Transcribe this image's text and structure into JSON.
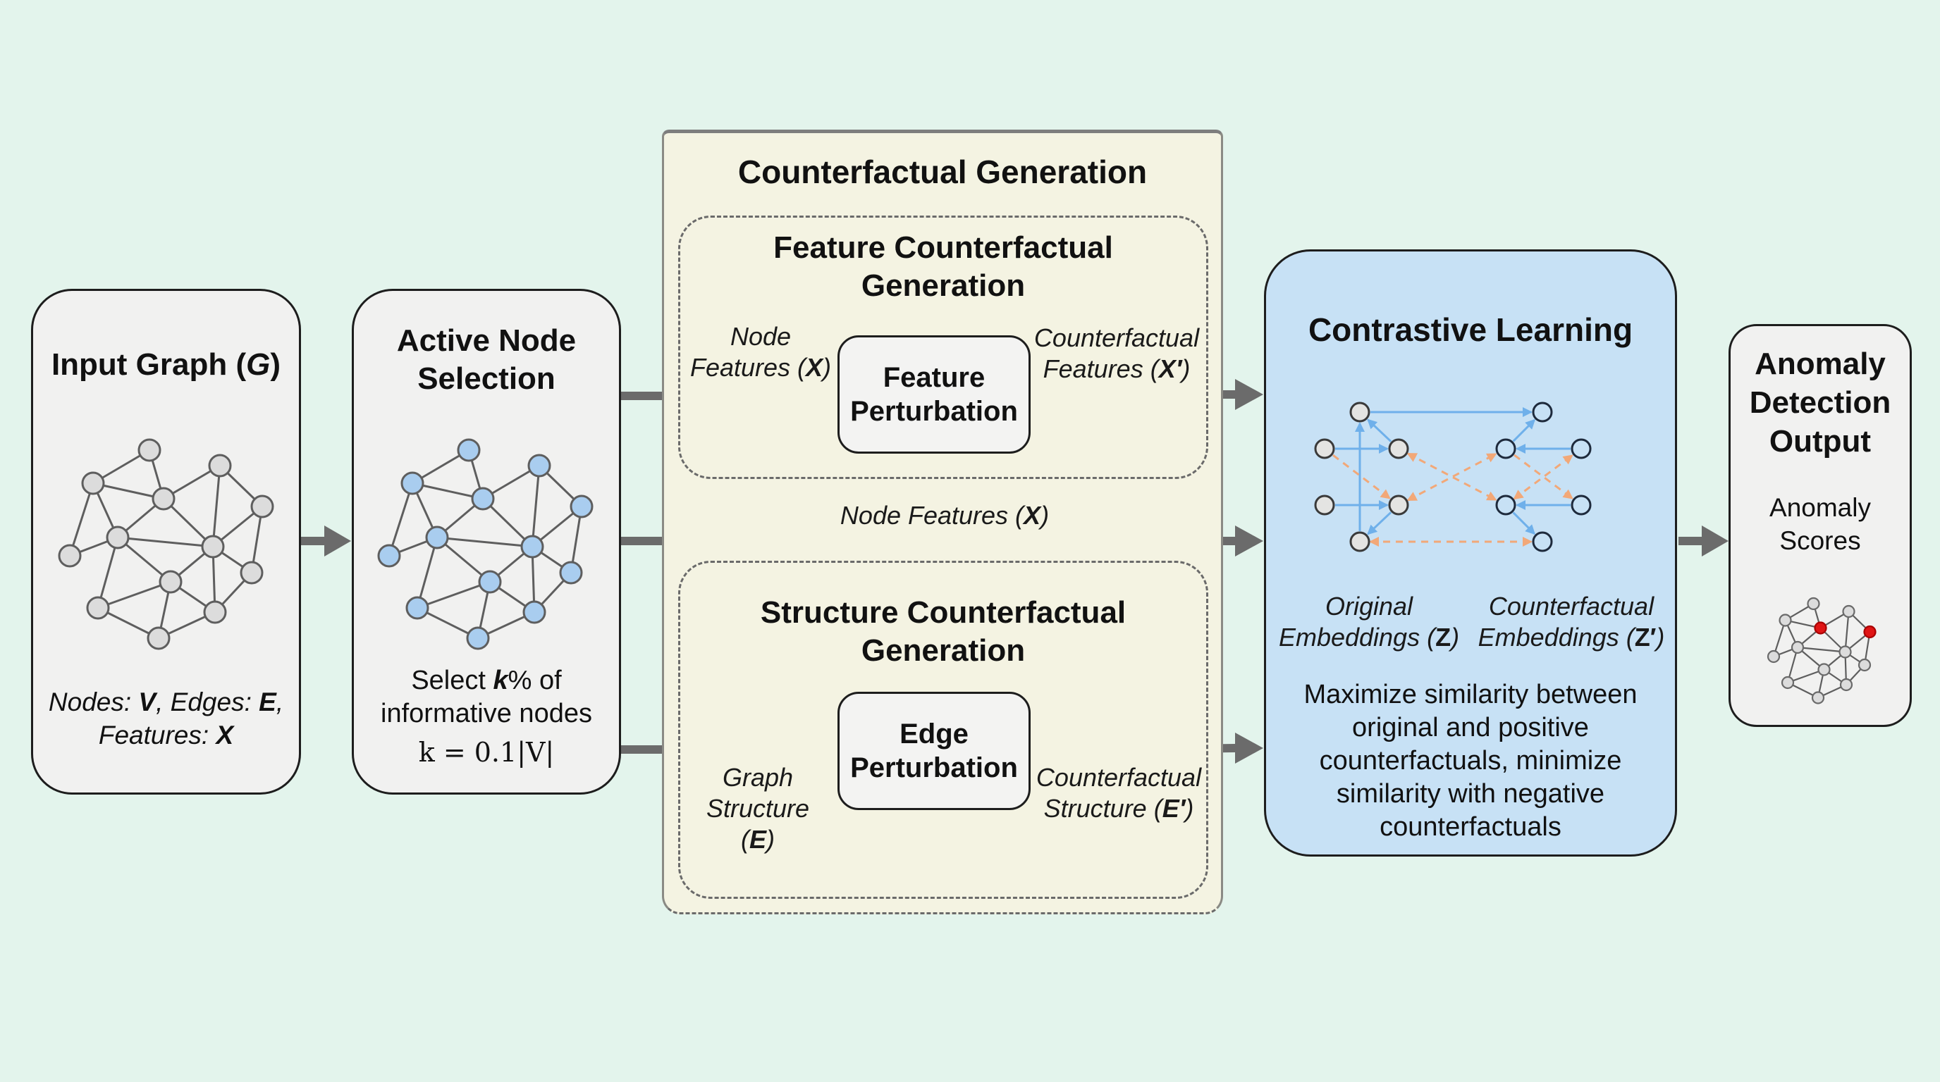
{
  "colors": {
    "background": "#e3f4ec",
    "card": "#f1f1f0",
    "counterfactual_panel": "#f4f3e2",
    "contrastive_panel": "#c7e1f5",
    "arrow": "#6b6b6b",
    "node_gray": "#dcdcdc",
    "node_blue": "#a9cdef",
    "anomaly_red": "#e01515",
    "positive_link": "#6fb0ea",
    "negative_link": "#f2a878"
  },
  "input_graph": {
    "title_prefix": "Input Graph (",
    "title_symbol": "G",
    "title_suffix": ")",
    "caption": {
      "nodes_label": "Nodes: ",
      "nodes_sym": "V",
      "edges_label": ", Edges: ",
      "edges_sym": "E",
      "edges_tail": ",",
      "features_label": "Features: ",
      "features_sym": "X"
    }
  },
  "active_node_selection": {
    "title_line1": "Active Node",
    "title_line2": "Selection",
    "caption_pre": "Select ",
    "caption_k": "k",
    "caption_post": "% of",
    "caption_line2": "informative nodes",
    "formula": "k = 0.1|V|"
  },
  "counterfactual_generation": {
    "title": "Counterfactual Generation",
    "feature_section": {
      "title_line1": "Feature Counterfactual",
      "title_line2": "Generation",
      "input_label_line1": "Node",
      "input_label_line2": "Features (",
      "input_sym": "X",
      "input_close": ")",
      "box_line1": "Feature",
      "box_line2": "Perturbation",
      "output_label_line1": "Counterfactual",
      "output_label_line2": "Features (",
      "output_sym": "X′",
      "output_close": ")"
    },
    "bypass_label_pre": "Node Features (",
    "bypass_sym": "X",
    "bypass_close": ")",
    "structure_section": {
      "title_line1": "Structure Counterfactual",
      "title_line2": "Generation",
      "input_label_line1": "Graph",
      "input_label_line2": "Structure",
      "input_sym": "E",
      "box_line1": "Edge",
      "box_line2": "Perturbation",
      "output_label_line1": "Counterfactual",
      "output_label_line2": "Structure (",
      "output_sym": "E′",
      "output_close": ")"
    }
  },
  "contrastive_learning": {
    "title": "Contrastive Learning",
    "original_label_line1": "Original",
    "original_label_line2": "Embeddings (",
    "original_sym": "Z",
    "original_close": ")",
    "cf_label_line1": "Counterfactual",
    "cf_label_line2": "Embeddings (",
    "cf_sym": "Z′",
    "cf_close": ")",
    "description": [
      "Maximize similarity between",
      "original and positive",
      "counterfactuals, minimize",
      "similarity with negative",
      "counterfactuals"
    ]
  },
  "anomaly_output": {
    "title_line1": "Anomaly",
    "title_line2": "Detection",
    "title_line3": "Output",
    "subtitle_line1": "Anomaly",
    "subtitle_line2": "Scores"
  }
}
